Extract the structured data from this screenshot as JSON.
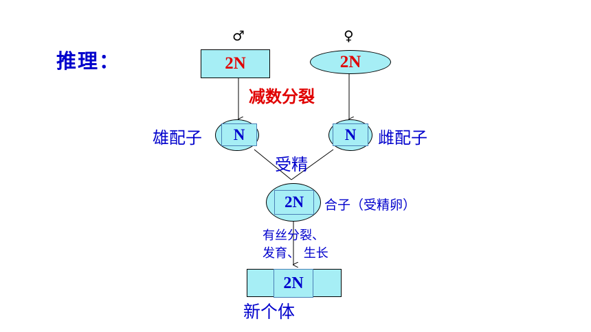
{
  "heading": "推理：",
  "male_symbol": "♂",
  "female_symbol": "♀",
  "male_parent": "2N",
  "female_parent": "2N",
  "meiosis_label": "减数分裂",
  "male_gamete_label": "雄配子",
  "male_gamete": "N",
  "female_gamete": "N",
  "female_gamete_label": "雌配子",
  "fertilization_label": "受精",
  "zygote": "2N",
  "zygote_label": "合子（受精卵）",
  "development_label_line1": "有丝分裂、",
  "development_label_line2": "发育、 生长",
  "new_individual": "2N",
  "new_individual_label": "新个体",
  "colors": {
    "text_blue": "#0000cc",
    "text_red": "#e00000",
    "fill_cyan": "#a6eef5"
  }
}
